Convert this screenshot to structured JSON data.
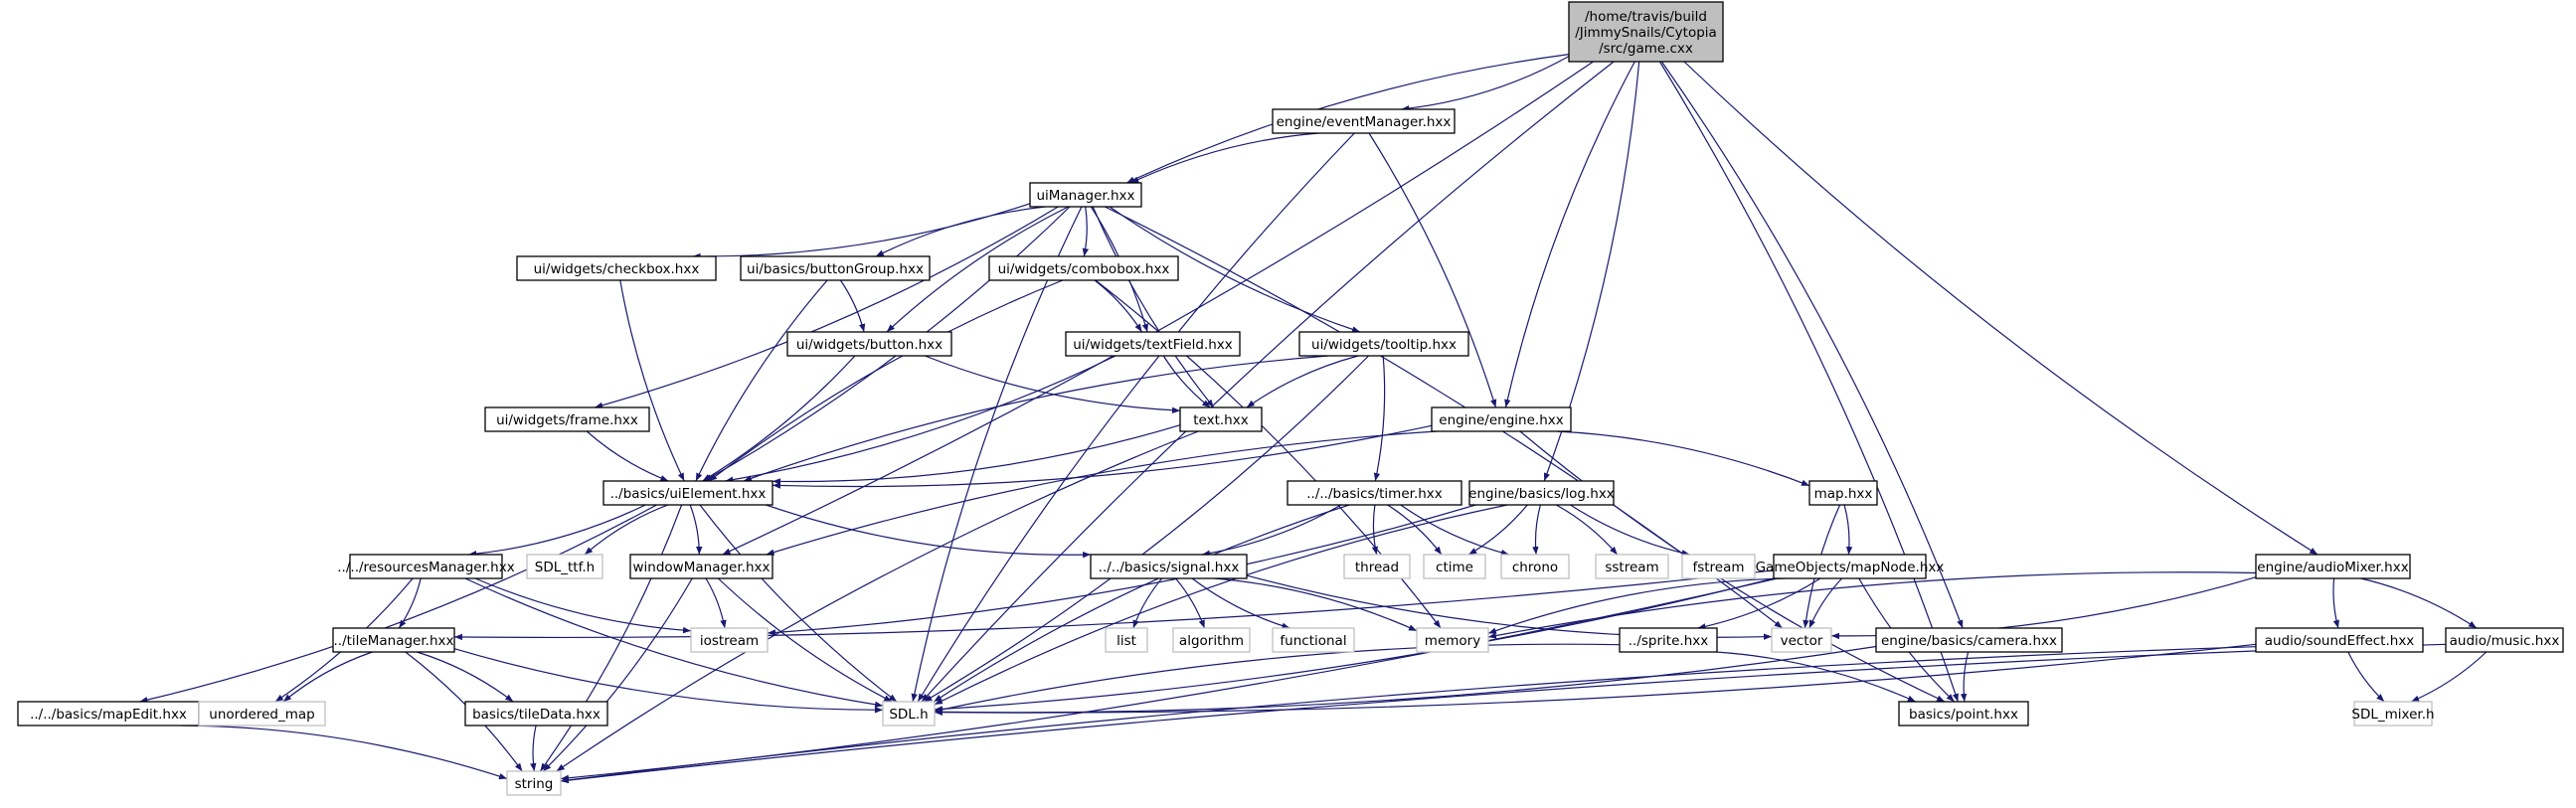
{
  "graph": {
    "nodes": [
      {
        "id": "root",
        "kind": "root",
        "lines": [
          "/home/travis/build",
          "/JimmySnails/Cytopia",
          "/src/game.cxx"
        ]
      },
      {
        "id": "eventManager",
        "kind": "project",
        "lines": [
          "engine/eventManager.hxx"
        ]
      },
      {
        "id": "uiManager",
        "kind": "project",
        "lines": [
          "uiManager.hxx"
        ]
      },
      {
        "id": "checkbox",
        "kind": "project",
        "lines": [
          "ui/widgets/checkbox.hxx"
        ]
      },
      {
        "id": "buttonGroup",
        "kind": "project",
        "lines": [
          "ui/basics/buttonGroup.hxx"
        ]
      },
      {
        "id": "combobox",
        "kind": "project",
        "lines": [
          "ui/widgets/combobox.hxx"
        ]
      },
      {
        "id": "button",
        "kind": "project",
        "lines": [
          "ui/widgets/button.hxx"
        ]
      },
      {
        "id": "textField",
        "kind": "project",
        "lines": [
          "ui/widgets/textField.hxx"
        ]
      },
      {
        "id": "tooltip",
        "kind": "project",
        "lines": [
          "ui/widgets/tooltip.hxx"
        ]
      },
      {
        "id": "frame",
        "kind": "project",
        "lines": [
          "ui/widgets/frame.hxx"
        ]
      },
      {
        "id": "text",
        "kind": "project",
        "lines": [
          "text.hxx"
        ]
      },
      {
        "id": "engine",
        "kind": "project",
        "lines": [
          "engine/engine.hxx"
        ]
      },
      {
        "id": "uiElement",
        "kind": "project",
        "lines": [
          "../basics/uiElement.hxx"
        ]
      },
      {
        "id": "timer",
        "kind": "project",
        "lines": [
          "../../basics/timer.hxx"
        ]
      },
      {
        "id": "log",
        "kind": "project",
        "lines": [
          "engine/basics/log.hxx"
        ]
      },
      {
        "id": "map",
        "kind": "project",
        "lines": [
          "map.hxx"
        ]
      },
      {
        "id": "resourcesManager",
        "kind": "project",
        "lines": [
          "../../resourcesManager.hxx"
        ]
      },
      {
        "id": "SDL_ttf",
        "kind": "system",
        "lines": [
          "SDL_ttf.h"
        ]
      },
      {
        "id": "windowManager",
        "kind": "project",
        "lines": [
          "windowManager.hxx"
        ]
      },
      {
        "id": "signal",
        "kind": "project",
        "lines": [
          "../../basics/signal.hxx"
        ]
      },
      {
        "id": "thread",
        "kind": "system",
        "lines": [
          "thread"
        ]
      },
      {
        "id": "ctime",
        "kind": "system",
        "lines": [
          "ctime"
        ]
      },
      {
        "id": "chrono",
        "kind": "system",
        "lines": [
          "chrono"
        ]
      },
      {
        "id": "sstream",
        "kind": "system",
        "lines": [
          "sstream"
        ]
      },
      {
        "id": "fstream",
        "kind": "system",
        "lines": [
          "fstream"
        ]
      },
      {
        "id": "mapNode",
        "kind": "project",
        "lines": [
          "GameObjects/mapNode.hxx"
        ]
      },
      {
        "id": "audioMixer",
        "kind": "project",
        "lines": [
          "engine/audioMixer.hxx"
        ]
      },
      {
        "id": "tileManager",
        "kind": "project",
        "lines": [
          "../tileManager.hxx"
        ]
      },
      {
        "id": "iostream",
        "kind": "system",
        "lines": [
          "iostream"
        ]
      },
      {
        "id": "list",
        "kind": "system",
        "lines": [
          "list"
        ]
      },
      {
        "id": "algorithm",
        "kind": "system",
        "lines": [
          "algorithm"
        ]
      },
      {
        "id": "functional",
        "kind": "system",
        "lines": [
          "functional"
        ]
      },
      {
        "id": "memory",
        "kind": "system",
        "lines": [
          "memory"
        ]
      },
      {
        "id": "sprite",
        "kind": "project",
        "lines": [
          "../sprite.hxx"
        ]
      },
      {
        "id": "vector",
        "kind": "system",
        "lines": [
          "vector"
        ]
      },
      {
        "id": "camera",
        "kind": "project",
        "lines": [
          "engine/basics/camera.hxx"
        ]
      },
      {
        "id": "soundEffect",
        "kind": "project",
        "lines": [
          "audio/soundEffect.hxx"
        ]
      },
      {
        "id": "music",
        "kind": "project",
        "lines": [
          "audio/music.hxx"
        ]
      },
      {
        "id": "mapEdit",
        "kind": "project",
        "lines": [
          "../../basics/mapEdit.hxx"
        ]
      },
      {
        "id": "unordered_map",
        "kind": "system",
        "lines": [
          "unordered_map"
        ]
      },
      {
        "id": "tileData",
        "kind": "project",
        "lines": [
          "basics/tileData.hxx"
        ]
      },
      {
        "id": "SDL",
        "kind": "system",
        "lines": [
          "SDL.h"
        ]
      },
      {
        "id": "point",
        "kind": "project",
        "lines": [
          "basics/point.hxx"
        ]
      },
      {
        "id": "SDL_mixer",
        "kind": "system",
        "lines": [
          "SDL_mixer.h"
        ]
      },
      {
        "id": "string",
        "kind": "system",
        "lines": [
          "string"
        ]
      }
    ],
    "edges": [
      [
        "root",
        "eventManager"
      ],
      [
        "root",
        "uiManager"
      ],
      [
        "root",
        "windowManager"
      ],
      [
        "root",
        "engine"
      ],
      [
        "root",
        "log"
      ],
      [
        "root",
        "SDL"
      ],
      [
        "root",
        "camera"
      ],
      [
        "root",
        "audioMixer"
      ],
      [
        "root",
        "point"
      ],
      [
        "eventManager",
        "uiManager"
      ],
      [
        "eventManager",
        "engine"
      ],
      [
        "eventManager",
        "SDL"
      ],
      [
        "uiManager",
        "checkbox"
      ],
      [
        "uiManager",
        "buttonGroup"
      ],
      [
        "uiManager",
        "combobox"
      ],
      [
        "uiManager",
        "button"
      ],
      [
        "uiManager",
        "textField"
      ],
      [
        "uiManager",
        "tooltip"
      ],
      [
        "uiManager",
        "frame"
      ],
      [
        "uiManager",
        "text"
      ],
      [
        "uiManager",
        "uiElement"
      ],
      [
        "uiManager",
        "SDL"
      ],
      [
        "uiManager",
        "vector"
      ],
      [
        "checkbox",
        "uiElement"
      ],
      [
        "buttonGroup",
        "button"
      ],
      [
        "buttonGroup",
        "uiElement"
      ],
      [
        "combobox",
        "textField"
      ],
      [
        "combobox",
        "uiElement"
      ],
      [
        "combobox",
        "memory"
      ],
      [
        "button",
        "text"
      ],
      [
        "button",
        "uiElement"
      ],
      [
        "textField",
        "text"
      ],
      [
        "textField",
        "uiElement"
      ],
      [
        "tooltip",
        "text"
      ],
      [
        "tooltip",
        "timer"
      ],
      [
        "tooltip",
        "uiElement"
      ],
      [
        "tooltip",
        "SDL"
      ],
      [
        "frame",
        "uiElement"
      ],
      [
        "text",
        "uiElement"
      ],
      [
        "text",
        "string"
      ],
      [
        "engine",
        "uiElement"
      ],
      [
        "engine",
        "windowManager"
      ],
      [
        "engine",
        "map"
      ],
      [
        "engine",
        "point"
      ],
      [
        "uiElement",
        "resourcesManager"
      ],
      [
        "uiElement",
        "SDL_ttf"
      ],
      [
        "uiElement",
        "windowManager"
      ],
      [
        "uiElement",
        "signal"
      ],
      [
        "uiElement",
        "mapEdit"
      ],
      [
        "uiElement",
        "SDL"
      ],
      [
        "uiElement",
        "string"
      ],
      [
        "timer",
        "thread"
      ],
      [
        "timer",
        "ctime"
      ],
      [
        "timer",
        "chrono"
      ],
      [
        "timer",
        "signal"
      ],
      [
        "timer",
        "SDL"
      ],
      [
        "log",
        "ctime"
      ],
      [
        "log",
        "chrono"
      ],
      [
        "log",
        "sstream"
      ],
      [
        "log",
        "fstream"
      ],
      [
        "log",
        "iostream"
      ],
      [
        "log",
        "SDL"
      ],
      [
        "map",
        "mapNode"
      ],
      [
        "map",
        "vector"
      ],
      [
        "resourcesManager",
        "tileManager"
      ],
      [
        "resourcesManager",
        "iostream"
      ],
      [
        "resourcesManager",
        "unordered_map"
      ],
      [
        "resourcesManager",
        "SDL"
      ],
      [
        "windowManager",
        "iostream"
      ],
      [
        "windowManager",
        "SDL"
      ],
      [
        "windowManager",
        "string"
      ],
      [
        "signal",
        "list"
      ],
      [
        "signal",
        "algorithm"
      ],
      [
        "signal",
        "functional"
      ],
      [
        "signal",
        "memory"
      ],
      [
        "signal",
        "vector"
      ],
      [
        "mapNode",
        "tileManager"
      ],
      [
        "mapNode",
        "memory"
      ],
      [
        "mapNode",
        "sprite"
      ],
      [
        "mapNode",
        "vector"
      ],
      [
        "mapNode",
        "SDL"
      ],
      [
        "mapNode",
        "point"
      ],
      [
        "mapNode",
        "string"
      ],
      [
        "audioMixer",
        "soundEffect"
      ],
      [
        "audioMixer",
        "music"
      ],
      [
        "audioMixer",
        "memory"
      ],
      [
        "audioMixer",
        "vector"
      ],
      [
        "tileManager",
        "unordered_map"
      ],
      [
        "tileManager",
        "tileData"
      ],
      [
        "tileManager",
        "SDL"
      ],
      [
        "tileManager",
        "string"
      ],
      [
        "sprite",
        "SDL"
      ],
      [
        "sprite",
        "point"
      ],
      [
        "camera",
        "point"
      ],
      [
        "camera",
        "SDL"
      ],
      [
        "soundEffect",
        "SDL_mixer"
      ],
      [
        "soundEffect",
        "SDL"
      ],
      [
        "soundEffect",
        "string"
      ],
      [
        "music",
        "SDL_mixer"
      ],
      [
        "music",
        "string"
      ],
      [
        "mapEdit",
        "string"
      ],
      [
        "tileData",
        "string"
      ]
    ]
  },
  "colors": {
    "edge": "#191970",
    "project_border": "#000000",
    "system_border": "#bfbfbf",
    "root_fill": "#bfbfbf"
  }
}
